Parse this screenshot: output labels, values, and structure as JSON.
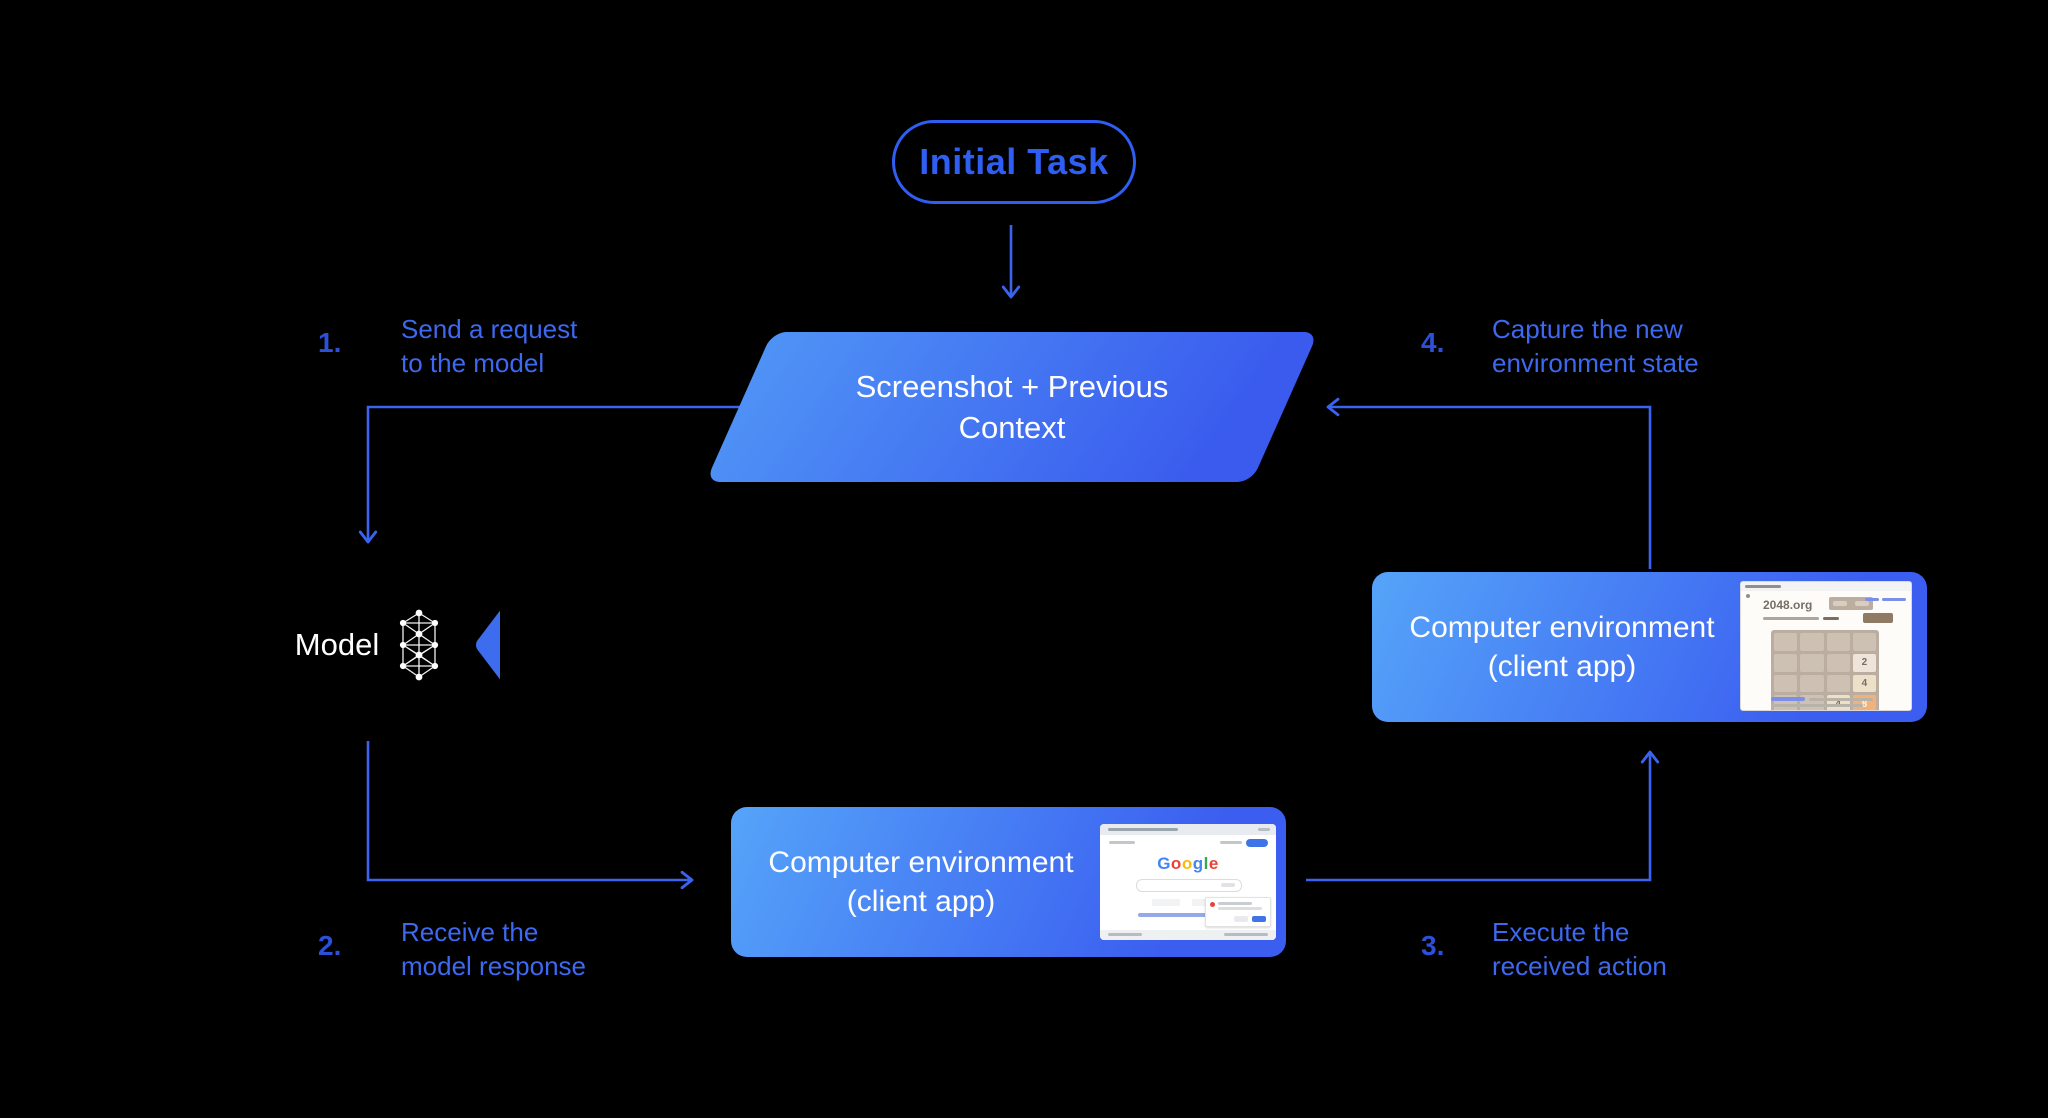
{
  "diagram": {
    "initial_task_label": "Initial Task",
    "screenshot_node": {
      "line1": "Screenshot + Previous",
      "line2": "Context"
    },
    "model_node": {
      "label": "Model"
    },
    "env_bottom": {
      "line1": "Computer environment",
      "line2": "(client app)"
    },
    "env_right": {
      "line1": "Computer environment",
      "line2": "(client app)"
    },
    "steps": [
      {
        "num": "1.",
        "line1": "Send a request",
        "line2": "to the model"
      },
      {
        "num": "2.",
        "line1": "Receive the",
        "line2": "model response"
      },
      {
        "num": "3.",
        "line1": "Execute the",
        "line2": "received action"
      },
      {
        "num": "4.",
        "line1": "Capture the new",
        "line2": "environment state"
      }
    ]
  },
  "thumbnails": {
    "google": {
      "logo_letters": [
        {
          "ch": "G",
          "color": "#4285F4"
        },
        {
          "ch": "o",
          "color": "#EA4335"
        },
        {
          "ch": "o",
          "color": "#FBBC05"
        },
        {
          "ch": "g",
          "color": "#4285F4"
        },
        {
          "ch": "l",
          "color": "#34A853"
        },
        {
          "ch": "e",
          "color": "#EA4335"
        }
      ]
    },
    "game2048": {
      "site_label": "2048.org",
      "grid_rows": 4,
      "grid_cols": 4,
      "tiles": [
        {
          "r": 2,
          "c": 4,
          "v": "2"
        },
        {
          "r": 3,
          "c": 4,
          "v": "4"
        },
        {
          "r": 4,
          "c": 3,
          "v": "4"
        },
        {
          "r": 4,
          "c": 4,
          "v": "8"
        }
      ],
      "tile_styles": {
        "2": {
          "bg": "#eee4da",
          "fg": "#776e65"
        },
        "4": {
          "bg": "#ede0c8",
          "fg": "#776e65"
        },
        "8": {
          "bg": "#f2b179",
          "fg": "#f9f6f2"
        }
      }
    }
  },
  "colors": {
    "background": "#000000",
    "arrow_stroke": "#3b63ee",
    "label_text": "#3d68f0",
    "step_number": "#2c50d8",
    "pill_outline": "#2e5ef2",
    "hexagon_fill": "#3e6cee",
    "node_gradient_start": "#55a4f9",
    "node_gradient_end": "#3b5ef0"
  }
}
